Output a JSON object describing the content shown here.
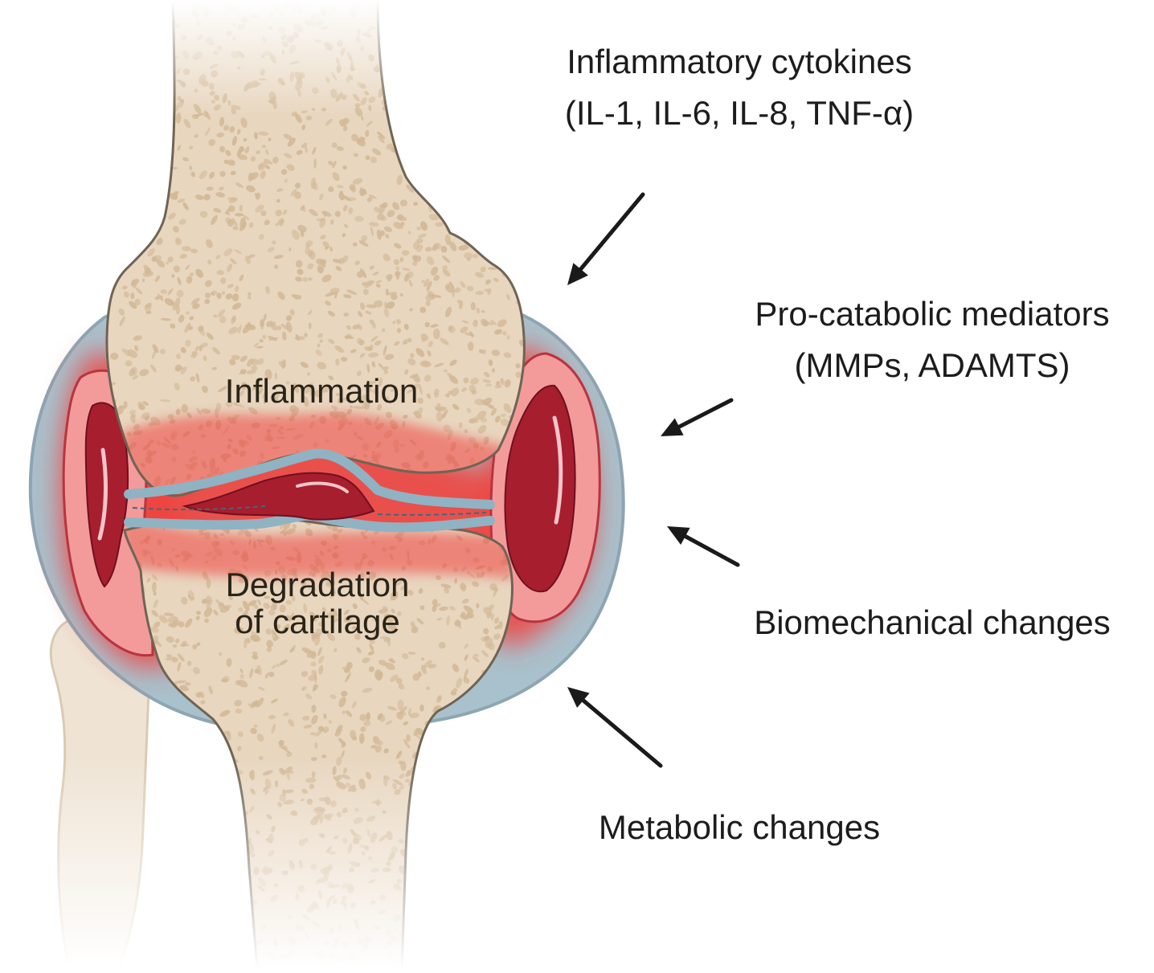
{
  "labels": {
    "inflammation": "Inflammation",
    "degradation_line1": "Degradation",
    "degradation_line2": "of cartilage"
  },
  "factors": {
    "cytokines": {
      "line1": "Inflammatory cytokines",
      "line2": "(IL-1, IL-6, IL-8, TNF-α)"
    },
    "catabolic": {
      "line1": "Pro-catabolic mediators",
      "line2": "(MMPs, ADAMTS)"
    },
    "biomechanical": {
      "line1": "Biomechanical changes"
    },
    "metabolic": {
      "line1": "Metabolic changes"
    }
  },
  "colors": {
    "bone": "#e8d6bf",
    "bone_outline": "#6f6455",
    "trabecula": "#d2b896",
    "capsule": "#a9c1cc",
    "inflamed_glow": "#f0433f",
    "synovium_pink": "#f39b9a",
    "synovial_fluid": "#a71e2f",
    "cartilage_blue": "#8fb3c3",
    "arrow": "#1a1a1a",
    "text": "#1c1c1c"
  },
  "icons": {
    "arrow": "arrow-icon",
    "joint": "knee-joint-illustration"
  }
}
